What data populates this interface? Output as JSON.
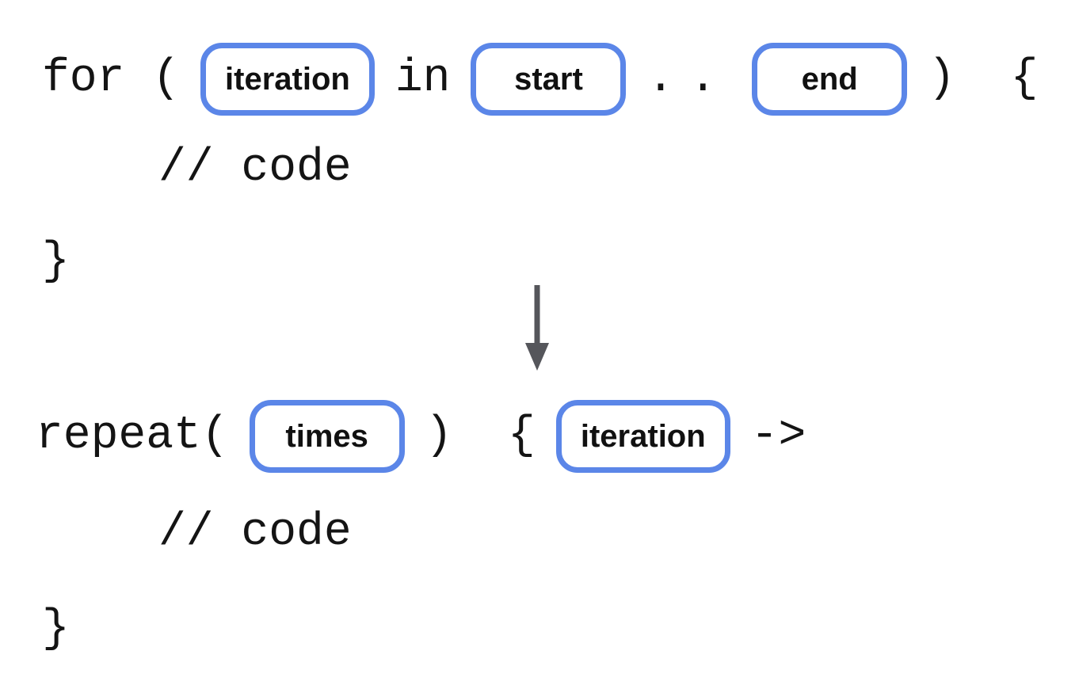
{
  "colors": {
    "background": "#ffffff",
    "slot_border": "#5b86e8",
    "code_text": "#141414",
    "slot_label_text": "#111111",
    "arrow": "#55565b"
  },
  "icons": {
    "transform_arrow": "down-arrow"
  },
  "for_block": {
    "keyword_open": "for (",
    "slot_iteration": "iteration",
    "in_keyword": "in",
    "slot_start": "start",
    "range_operator": "..",
    "slot_end": "end",
    "line_close": ")  {",
    "body_comment": "// code",
    "closing_brace": "}"
  },
  "repeat_block": {
    "keyword_open": "repeat(",
    "slot_times": "times",
    "mid_tokens": ")  {",
    "slot_iteration": "iteration",
    "lambda_arrow": "->",
    "body_comment": "// code",
    "closing_brace": "}"
  }
}
